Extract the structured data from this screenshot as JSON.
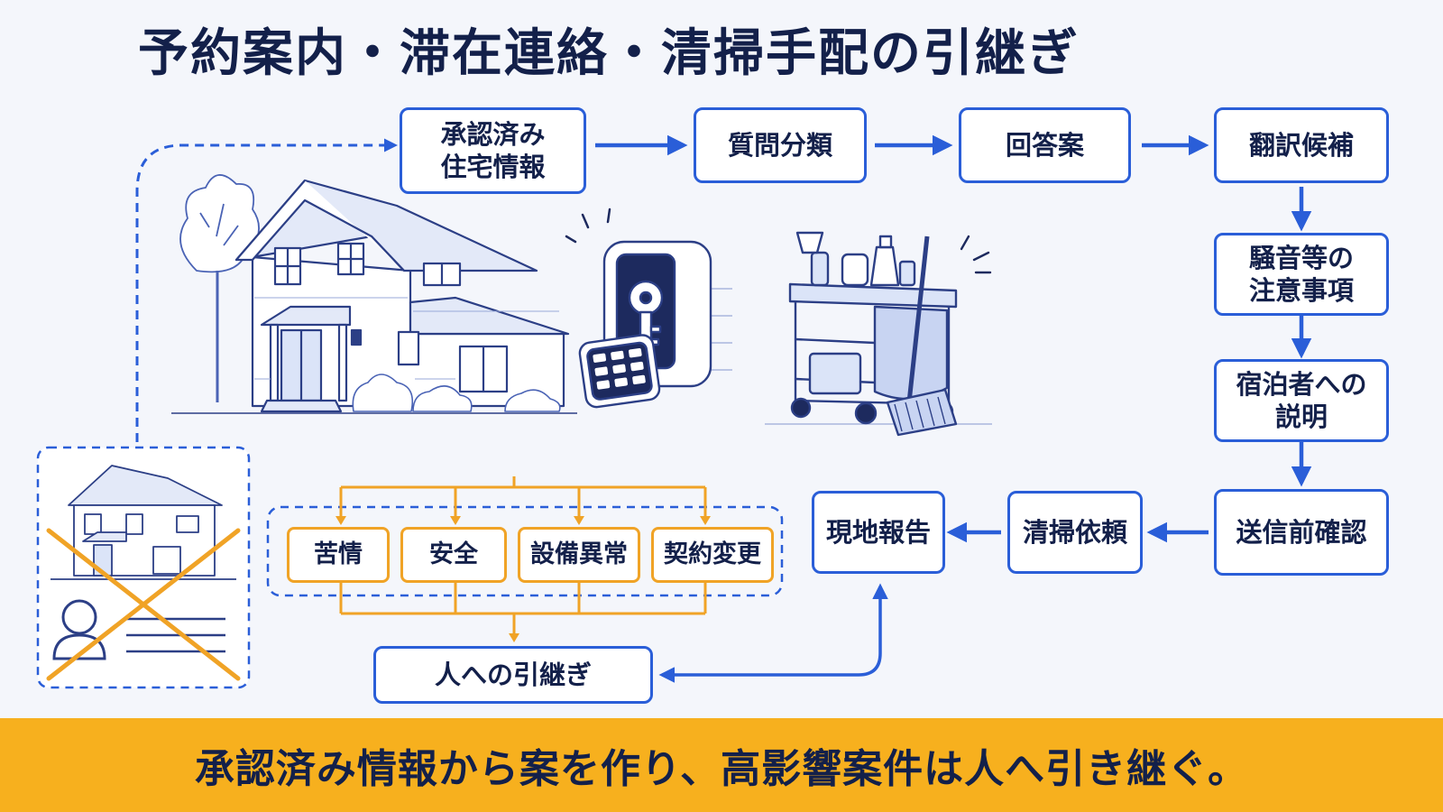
{
  "title": "予約案内・滞在連絡・清掃手配の引継ぎ",
  "flow_nodes": {
    "approved_info": "承認済み\n住宅情報",
    "question_classification": "質問分類",
    "draft_answer": "回答案",
    "translation_candidates": "翻訳候補",
    "noise_notes": "騒音等の\n注意事項",
    "guest_explanation": "宿泊者への\n説明",
    "pre_send_check": "送信前確認",
    "cleaning_request": "清掃依頼",
    "site_report": "現地報告"
  },
  "escalation": {
    "categories": [
      "苦情",
      "安全",
      "設備異常",
      "契約変更"
    ],
    "handoff": "人への引継ぎ"
  },
  "footer": "承認済み情報から案を作り、高影響案件は人へ引き継ぐ。",
  "colors": {
    "flow": "#2a5ed8",
    "escalation": "#f0a326",
    "footer_band": "#f7b01e",
    "text": "#13204a",
    "cross": "#f0a326"
  },
  "icons": [
    "house-illustration",
    "keypad-lockbox-illustration",
    "cleaning-cart-illustration",
    "house-with-person-crossed-out-icon",
    "person-icon"
  ]
}
